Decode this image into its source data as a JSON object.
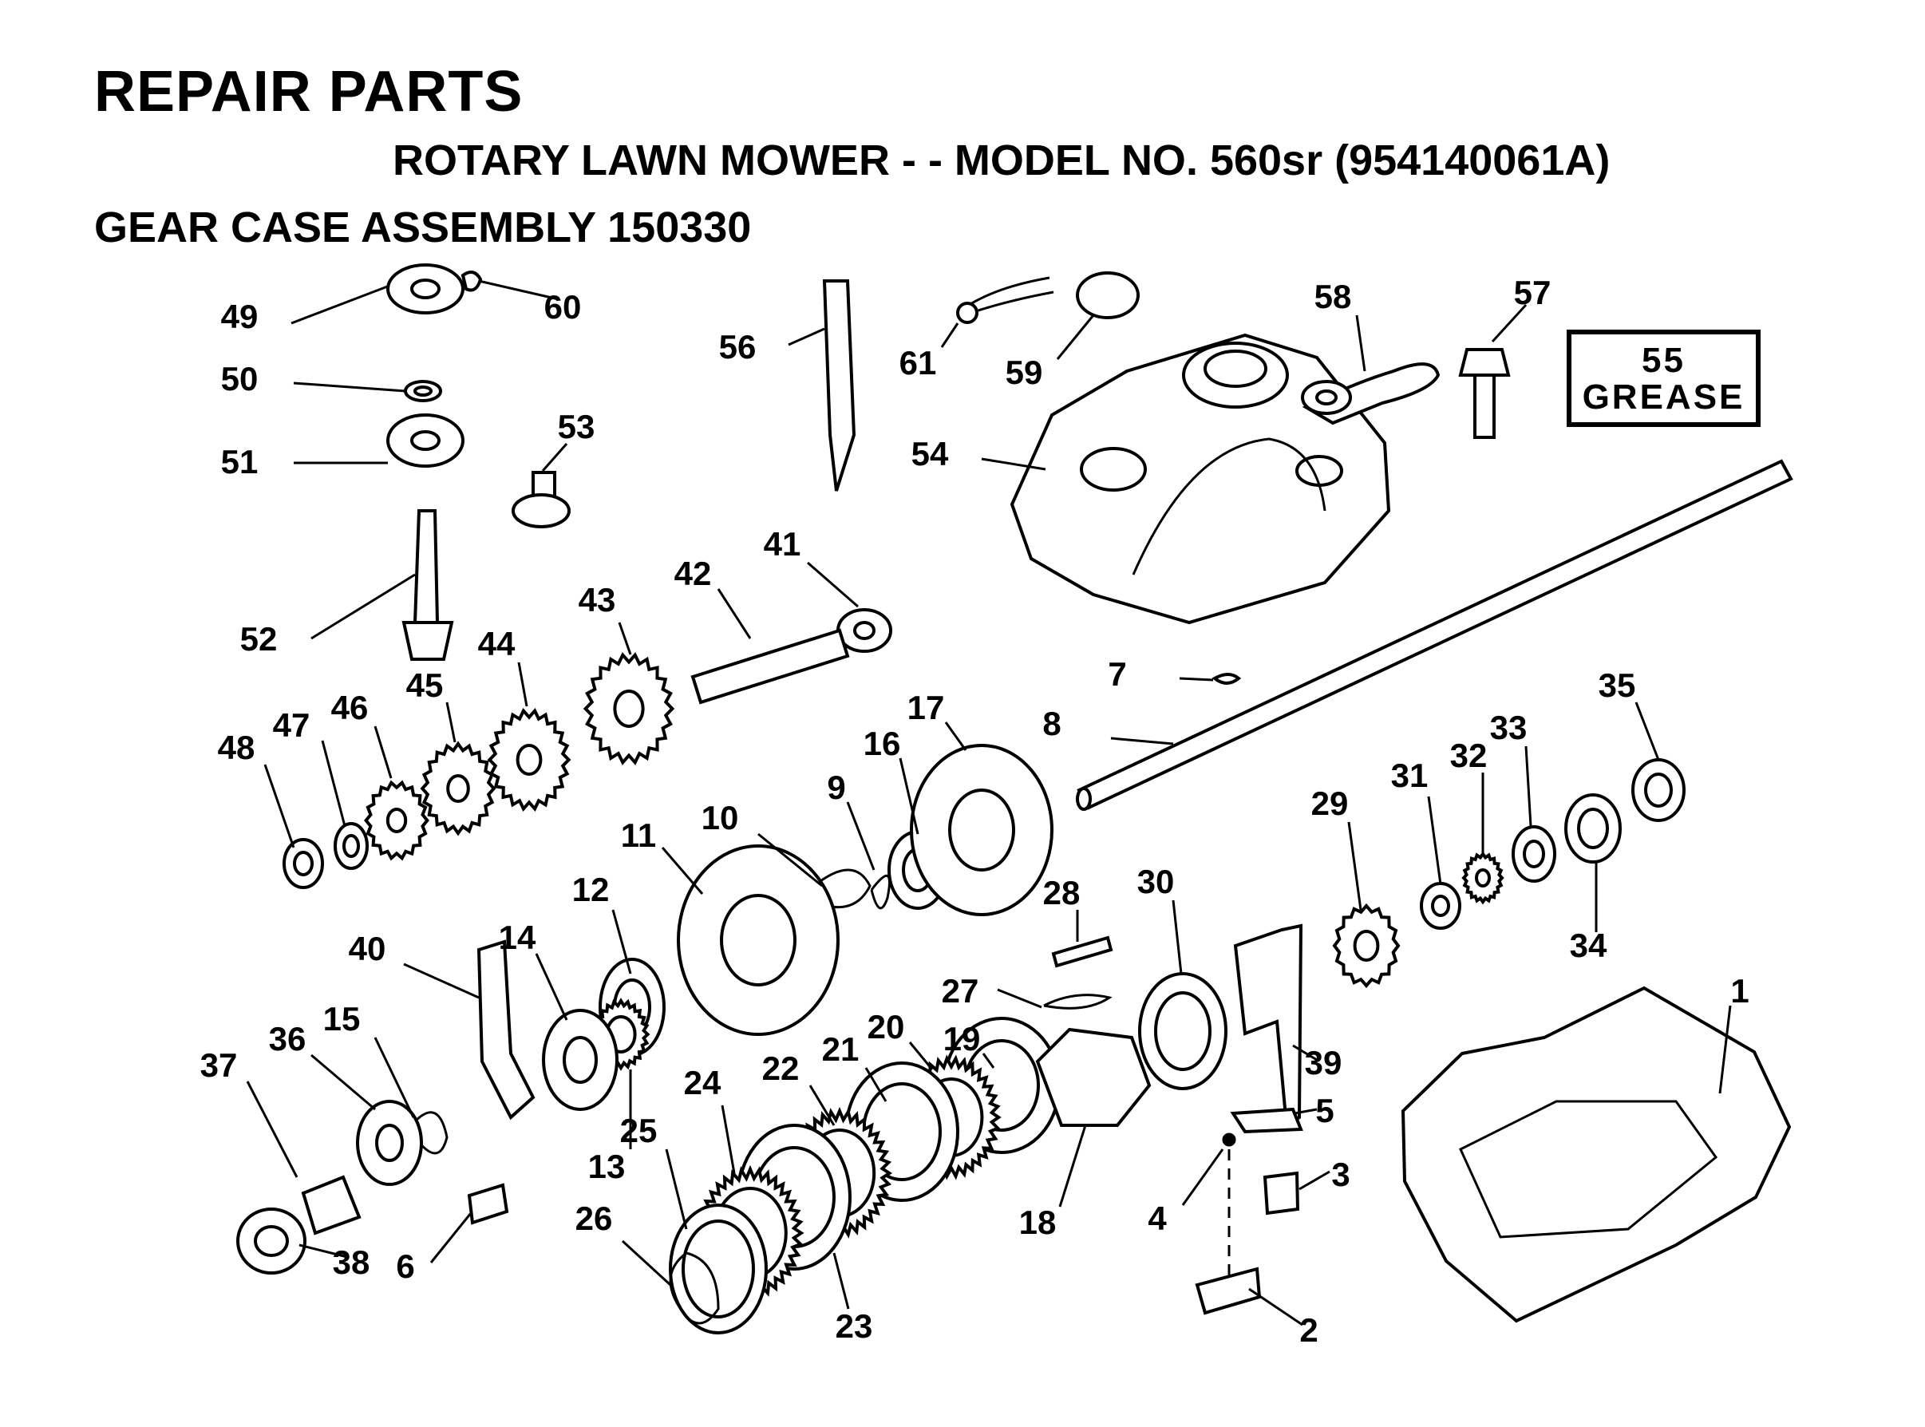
{
  "header": {
    "title": "REPAIR PARTS",
    "subtitle": "ROTARY LAWN MOWER - - MODEL NO. 560sr (954140061A)",
    "assembly": "GEAR CASE ASSEMBLY 150330"
  },
  "grease_box": {
    "number": "55",
    "label": "GREASE"
  },
  "part_labels": [
    "1",
    "2",
    "3",
    "4",
    "5",
    "6",
    "7",
    "8",
    "9",
    "10",
    "11",
    "12",
    "13",
    "14",
    "15",
    "16",
    "17",
    "18",
    "19",
    "20",
    "21",
    "22",
    "23",
    "24",
    "25",
    "26",
    "27",
    "28",
    "29",
    "30",
    "31",
    "32",
    "33",
    "34",
    "35",
    "36",
    "37",
    "38",
    "39",
    "40",
    "41",
    "42",
    "43",
    "44",
    "45",
    "46",
    "47",
    "48",
    "49",
    "50",
    "51",
    "52",
    "53",
    "54",
    "56",
    "57",
    "58",
    "59",
    "60",
    "61"
  ]
}
